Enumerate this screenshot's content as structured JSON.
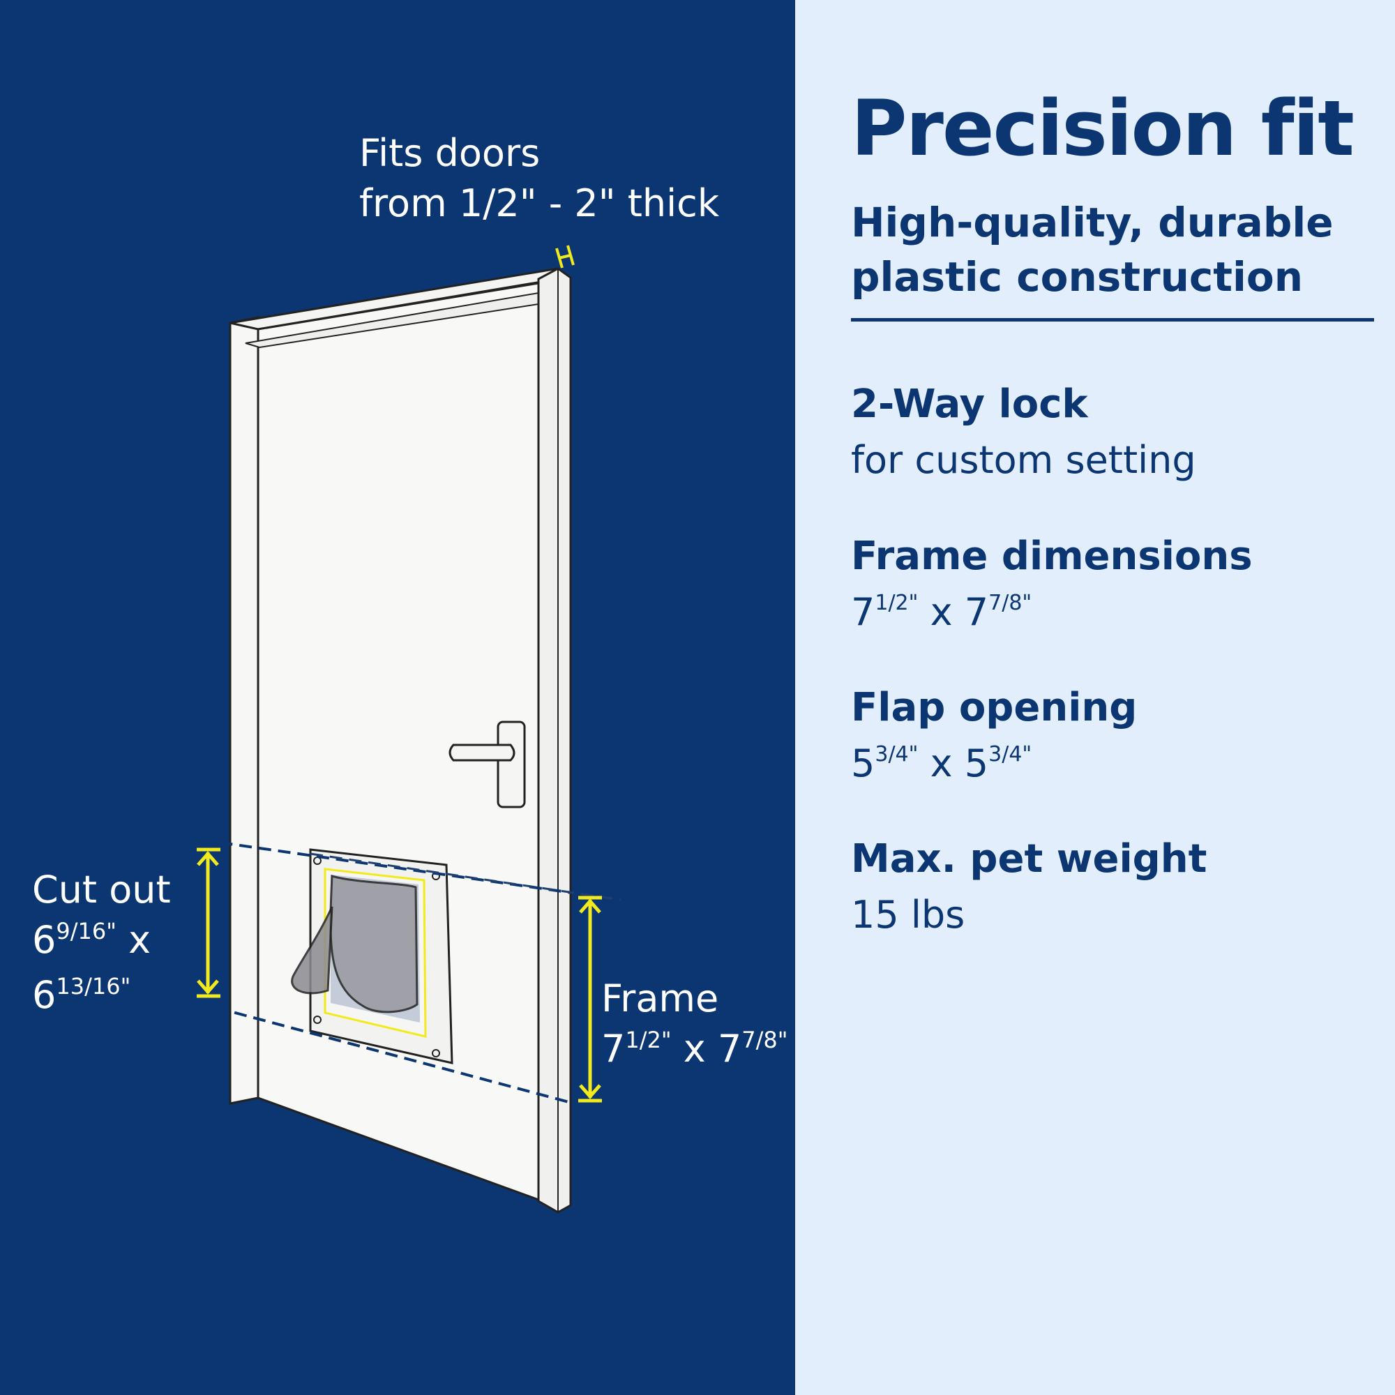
{
  "callouts": {
    "thickness": {
      "line1": "Fits doors",
      "line2": "from 1/2\" - 2\" thick"
    },
    "cutout": {
      "title": "Cut out",
      "w_base": "6",
      "w_frac": "9/16\"",
      "x": "x",
      "h_base": "6",
      "h_frac": "13/16\""
    },
    "frame": {
      "title": "Frame",
      "w_base": "7",
      "w_frac": "1/2\"",
      "x": "x",
      "h_base": "7",
      "h_frac": "7/8\""
    }
  },
  "panel": {
    "headline": "Precision fit",
    "subhead": "High-quality, durable plastic construction",
    "specs": [
      {
        "title": "2-Way lock",
        "value": "for custom setting"
      },
      {
        "title": "Frame dimensions",
        "w_base": "7",
        "w_frac": "1/2\"",
        "x": "x",
        "h_base": "7",
        "h_frac": "7/8\""
      },
      {
        "title": "Flap opening",
        "w_base": "5",
        "w_frac": "3/4\"",
        "x": "x",
        "h_base": "5",
        "h_frac": "3/4\""
      },
      {
        "title": "Max. pet weight",
        "value": "15 lbs"
      }
    ]
  },
  "colors": {
    "navy": "#0b3672",
    "light_panel": "#e2eefc",
    "measure_yellow": "#f2ea1c",
    "door_white": "#f7f7f5"
  },
  "icons": [
    "door-illustration",
    "pet-door-flap-icon",
    "dimension-arrow-icon"
  ]
}
